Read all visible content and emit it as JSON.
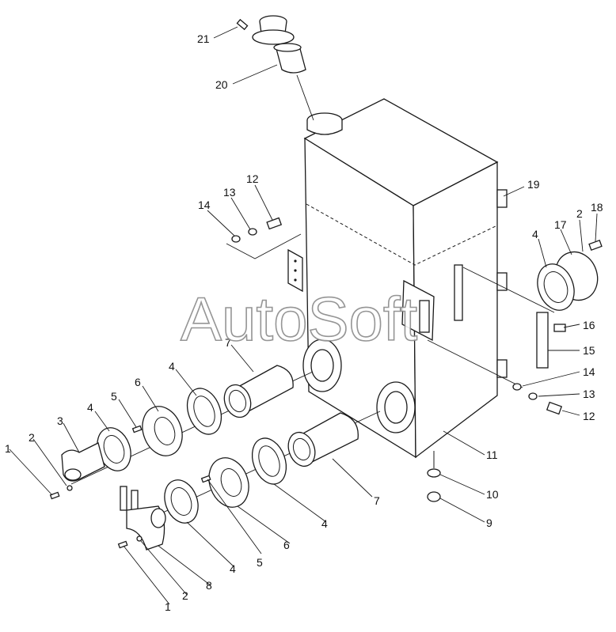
{
  "watermark": "AutoSoft",
  "callouts": [
    {
      "id": "c21a",
      "label": "21"
    },
    {
      "id": "c20",
      "label": "20"
    },
    {
      "id": "c19",
      "label": "19"
    },
    {
      "id": "c18",
      "label": "18"
    },
    {
      "id": "c17",
      "label": "17"
    },
    {
      "id": "c2a",
      "label": "2"
    },
    {
      "id": "c4a",
      "label": "4"
    },
    {
      "id": "c16",
      "label": "16"
    },
    {
      "id": "c15",
      "label": "15"
    },
    {
      "id": "c14a",
      "label": "14"
    },
    {
      "id": "c13a",
      "label": "13"
    },
    {
      "id": "c12a",
      "label": "12"
    },
    {
      "id": "c12b",
      "label": "12"
    },
    {
      "id": "c13b",
      "label": "13"
    },
    {
      "id": "c14b",
      "label": "14"
    },
    {
      "id": "c11",
      "label": "11"
    },
    {
      "id": "c10",
      "label": "10"
    },
    {
      "id": "c9",
      "label": "9"
    },
    {
      "id": "c7a",
      "label": "7"
    },
    {
      "id": "c7b",
      "label": "7"
    },
    {
      "id": "c6a",
      "label": "6"
    },
    {
      "id": "c6b",
      "label": "6"
    },
    {
      "id": "c5a",
      "label": "5"
    },
    {
      "id": "c5b",
      "label": "5"
    },
    {
      "id": "c4b",
      "label": "4"
    },
    {
      "id": "c4c",
      "label": "4"
    },
    {
      "id": "c4d",
      "label": "4"
    },
    {
      "id": "c4e",
      "label": "4"
    },
    {
      "id": "c3",
      "label": "3"
    },
    {
      "id": "c2b",
      "label": "2"
    },
    {
      "id": "c2c",
      "label": "2"
    },
    {
      "id": "c1a",
      "label": "1"
    },
    {
      "id": "c1b",
      "label": "1"
    },
    {
      "id": "c8",
      "label": "8"
    }
  ]
}
